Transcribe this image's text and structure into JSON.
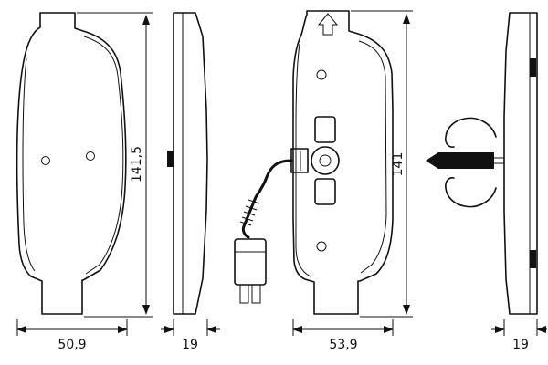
{
  "colors": {
    "line": "#111111",
    "background": "#ffffff"
  },
  "dims": {
    "left_height": "141,5",
    "left_width": "50,9",
    "left_thickness": "19",
    "right_height": "141",
    "right_width": "53,9",
    "right_thickness": "19"
  }
}
